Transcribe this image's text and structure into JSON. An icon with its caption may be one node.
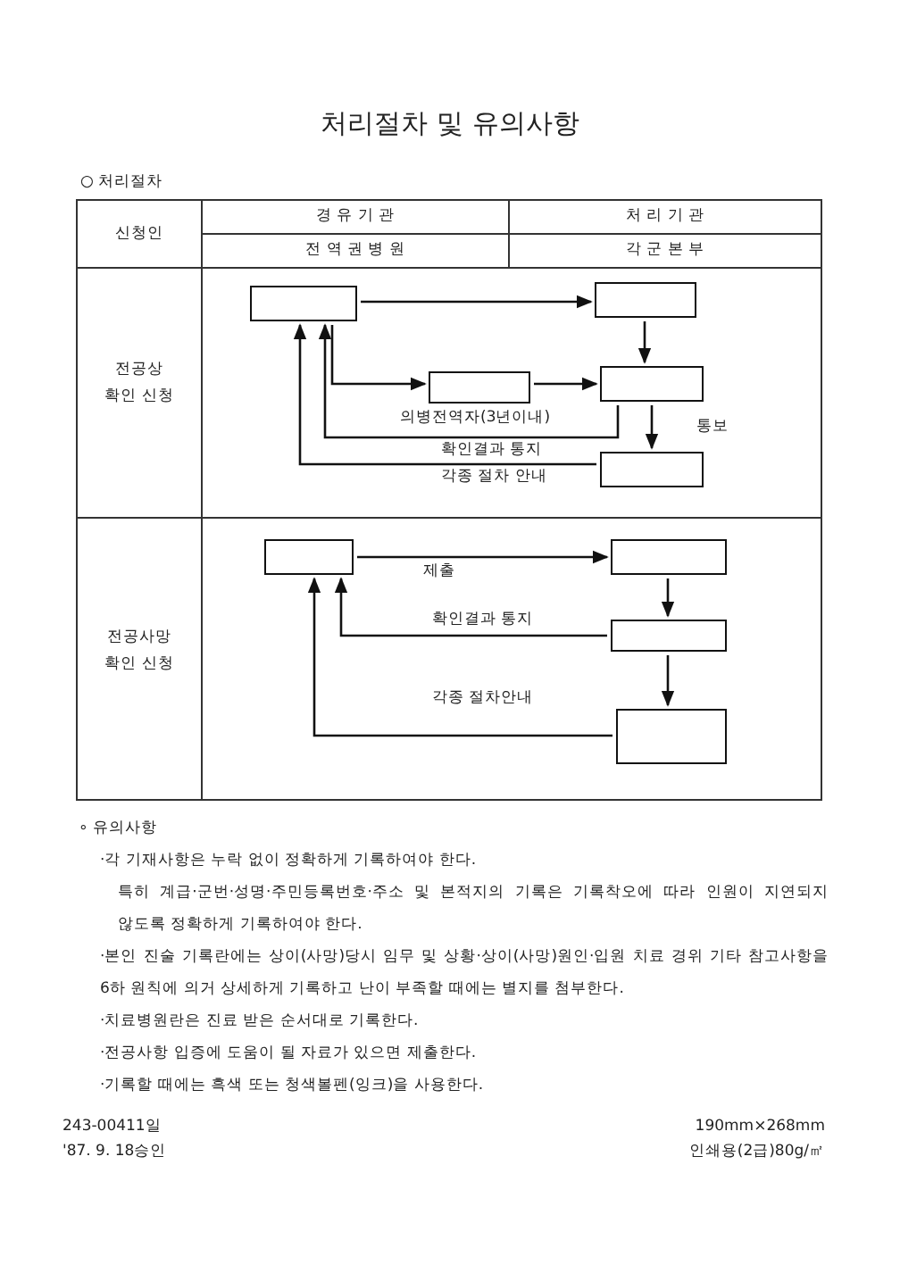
{
  "diagram": {
    "title": "처리절차 및 유의사항",
    "nodes": [
      {
        "text": [],
        "shape": "box"
      },
      {
        "text": [],
        "shape": "box"
      },
      {
        "text": [],
        "shape": "box",
        "beside": [
          "의병전역자(3년이내)"
        ]
      },
      {
        "text": [],
        "shape": "box"
      },
      {
        "text": [],
        "shape": "box"
      },
      {
        "text": [],
        "shape": "box"
      },
      {
        "text": [],
        "shape": "box"
      },
      {
        "text": [],
        "shape": "box"
      },
      {
        "text": [],
        "shape": "box"
      }
    ],
    "edges": [
      {
        "from": 0,
        "to": 1,
        "arrow": "to"
      },
      {
        "from": 1,
        "to": 3,
        "arrow": "to"
      },
      {
        "from": 0,
        "to": 2,
        "arrow": "to"
      },
      {
        "from": 2,
        "to": 3,
        "arrow": "to"
      },
      {
        "from": 3,
        "to": 4,
        "arrow": "to",
        "label": "통보"
      },
      {
        "from": 3,
        "to": 0,
        "arrow": "to",
        "label": "확인결과 통지"
      },
      {
        "from": 4,
        "to": 0,
        "arrow": "to",
        "label": "각종 절차 안내"
      },
      {
        "from": 5,
        "to": 6,
        "arrow": "to",
        "label": "제출"
      },
      {
        "from": 6,
        "to": 7,
        "arrow": "to"
      },
      {
        "from": 7,
        "to": 5,
        "arrow": "to",
        "label": "확인결과 통지"
      },
      {
        "from": 7,
        "to": 8,
        "arrow": "to"
      },
      {
        "from": 8,
        "to": 5,
        "arrow": "to",
        "label": "각종 절차안내"
      }
    ],
    "labels": [
      "○ 처리절차",
      "신청인",
      "경 유 기 관",
      "처 리 기 관",
      "전 역 권 병 원",
      "각 군 본 부",
      "전공상 확인 신청",
      "전공사망 확인 신청",
      "∘ 유의사항",
      "·각 기재사항은 누락 없이 정확하게 기록하여야 한다.",
      "특히 계급·군번·성명·주민등록번호·주소 및 본적지의 기록은 기록착오에 따라 인원이 지연되지 않도록 정확하게 기록하여야 한다.",
      "·본인 진술 기록란에는 상이(사망)당시 임무 및 상황·상이(사망)원인·입원 치료 경위 기타 참고사항을 6하 원칙에 의거 상세하게 기록하고 난이 부족할 때에는 별지를 첨부한다.",
      "·치료병원란은 진료 받은 순서대로 기록한다.",
      "·전공사항 입증에 도움이 될 자료가 있으면 제출한다.",
      "·기록할 때에는 흑색 또는 청색볼펜(잉크)을 사용한다.",
      "243-00411일",
      "190mm×268mm",
      "'87. 9. 18승인",
      "인쇄용(2급)80g/㎡"
    ]
  }
}
